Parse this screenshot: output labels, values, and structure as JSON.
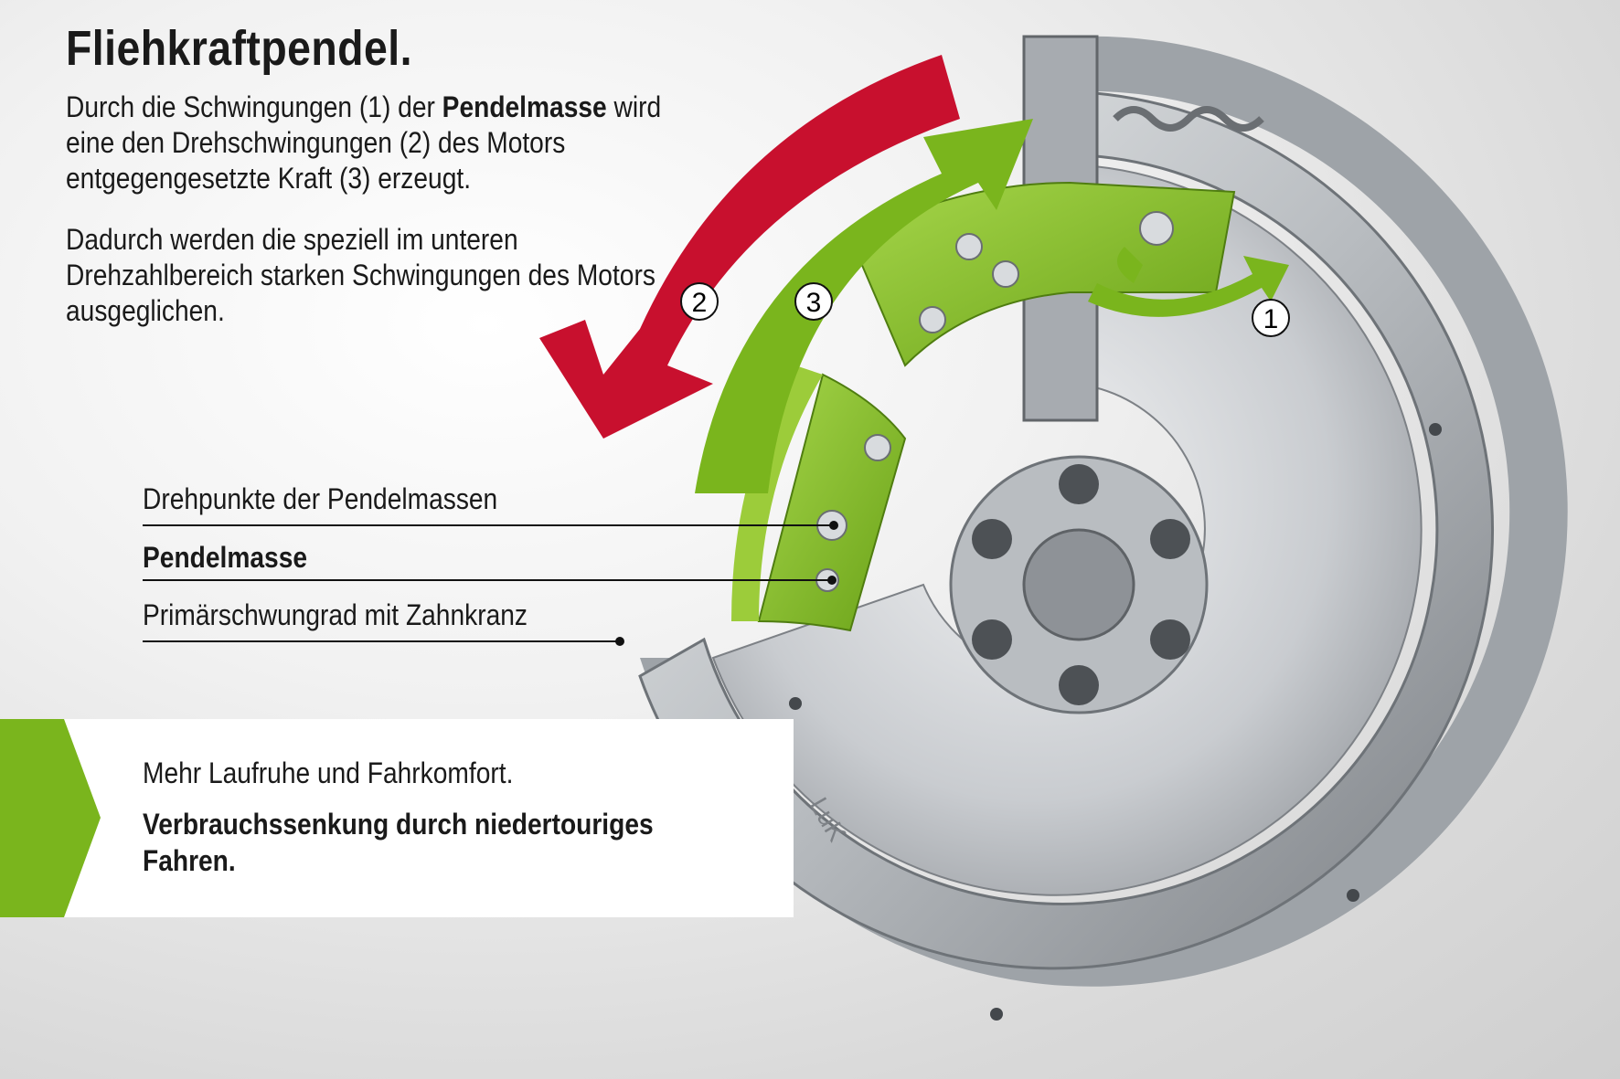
{
  "title": "Fliehkraftpendel.",
  "intro": {
    "p1_part1": "Durch die Schwingungen (1) der ",
    "p1_bold": "Pendelmasse",
    "p1_part2": " wird eine den Drehschwingungen (2) des Motors entgegengesetzte Kraft (3) erzeugt.",
    "p2": "Dadurch werden die speziell im unteren Drehzahlbereich starken Schwingungen des Motors ausgeglichen."
  },
  "markers": {
    "m1": "1",
    "m2": "2",
    "m3": "3"
  },
  "callouts": {
    "pivot": "Drehpunkte der Pendelmassen",
    "mass": "Pendelmasse",
    "flywheel": "Primärschwungrad mit Zahnkranz"
  },
  "banner": {
    "line1": "Mehr Laufruhe und Fahrkomfort.",
    "line2": "Verbrauchssenkung durch niedertouriges Fahren."
  },
  "logo": "LuK",
  "colors": {
    "green": "#7ab51d",
    "red": "#c8102e",
    "metal": "#c7cbcf"
  }
}
